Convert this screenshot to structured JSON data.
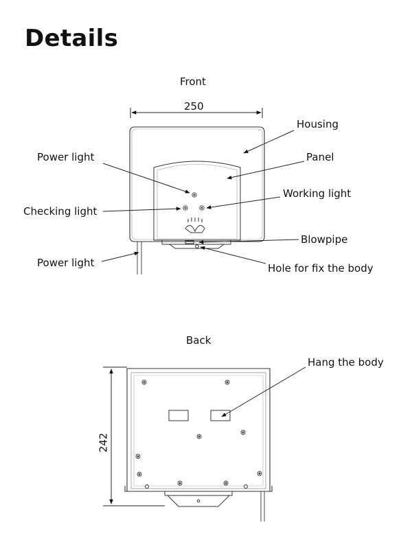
{
  "page_title": "Details",
  "front": {
    "heading": "Front",
    "width_dimension": "250",
    "labels": {
      "housing": "Housing",
      "panel": "Panel",
      "power_light_top": "Power light",
      "working_light": "Working light",
      "checking_light": "Checking light",
      "blowpipe": "Blowpipe",
      "power_light_cord": "Power light",
      "hole": "Hole for fix the body"
    }
  },
  "back": {
    "heading": "Back",
    "height_dimension": "242",
    "labels": {
      "hang": "Hang the body"
    }
  }
}
